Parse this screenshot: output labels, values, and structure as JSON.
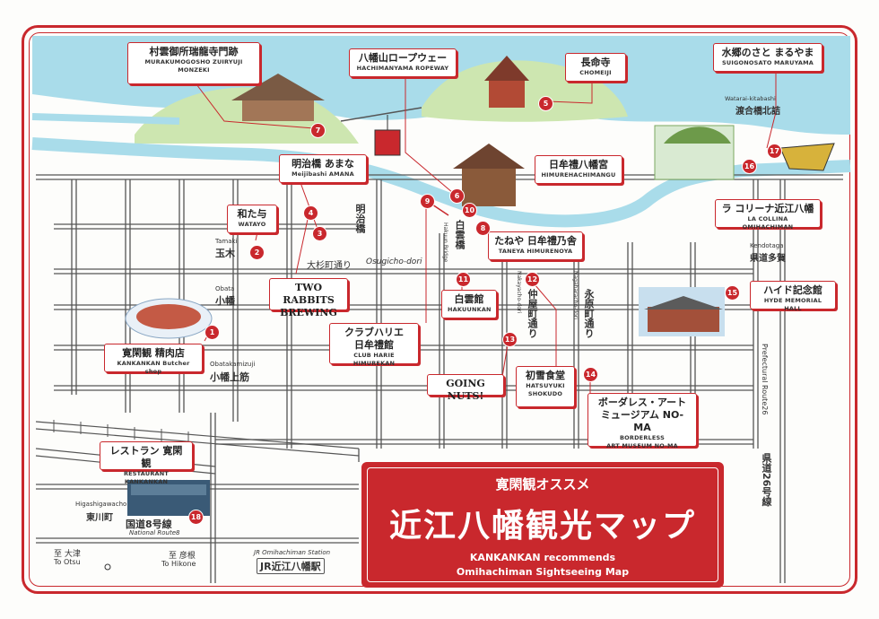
{
  "title": {
    "subtitle": "寛閑観オススメ",
    "main": "近江八幡観光マップ",
    "en_line1": "KANKANKAN recommends",
    "en_line2": "Omihachiman Sightseeing Map"
  },
  "colors": {
    "accent": "#c9282d",
    "water": "#a9dcea",
    "hill": "#cde6b0",
    "road": "#555555"
  },
  "spots": [
    {
      "num": "1",
      "jp": "寛閑観 精肉店",
      "en": "KANKANKAN Butcher shop"
    },
    {
      "num": "2",
      "jp": "和た与",
      "en": "WATAYO"
    },
    {
      "num": "3",
      "jp": "明治橋 あまな",
      "en": "Meijibashi AMANA"
    },
    {
      "num": "4",
      "jp": "TWO RABBITS",
      "en": "BREWING"
    },
    {
      "num": "5",
      "jp": "長命寺",
      "en": "CHOMEIJI"
    },
    {
      "num": "6",
      "jp": "八幡山ロープウェー",
      "en": "HACHIMANYAMA ROPEWAY"
    },
    {
      "num": "7",
      "jp": "村雲御所瑞龍寺門跡",
      "en": "MURAKUMOGOSHO ZUIRYUJI",
      "en2": "MONZEKI"
    },
    {
      "num": "8",
      "jp": "たねや 日牟禮乃舎",
      "en": "TANEYA HIMURENOYA"
    },
    {
      "num": "9",
      "jp": "クラブハリエ",
      "jp2": "日牟禮館",
      "en": "CLUB HARIE HIMUREKAN"
    },
    {
      "num": "10",
      "jp": "日牟禮八幡宮",
      "en": "HIMUREHACHIMANGU"
    },
    {
      "num": "11",
      "jp": "白雲館",
      "en": "HAKUUNKAN"
    },
    {
      "num": "12",
      "jp": "初雪食堂",
      "en": "HATSUYUKI",
      "en2": "SHOKUDO"
    },
    {
      "num": "13",
      "jp": "GOING NUTS!"
    },
    {
      "num": "14",
      "jp": "ボーダレス・アート",
      "jp2": "ミュージアム NO-MA",
      "en": "BORDERLESS",
      "en2": "ART MUSEUM NO-MA"
    },
    {
      "num": "15",
      "jp": "ハイド記念館",
      "en": "HYDE MEMORIAL HALL"
    },
    {
      "num": "16",
      "jp": "ラ コリーナ近江八幡",
      "en": "LA COLLINA OMIHACHIMAN"
    },
    {
      "num": "17",
      "jp": "水郷のさと まるやま",
      "en": "SUIGONOSATO MARUYAMA"
    },
    {
      "num": "18",
      "jp": "レストラン 寛閑観",
      "en": "RESTAURANT KANKANKAN"
    }
  ],
  "places": {
    "tamaki_en": "Tamaki",
    "tamaki_jp": "玉木",
    "obata_en": "Obata",
    "obata_jp": "小幡",
    "obatakamizuji_en": "Obatakamizuji",
    "obatakamizuji_jp": "小幡上筋",
    "osugicho_jp": "大杉町通り",
    "osugicho_en": "Osugicho-dori",
    "meijibashi_jp": "明治橋",
    "hakuunbashi_jp": "白雲橋",
    "hakuunbashi_en": "Hakuun Bridge",
    "nakayacho_jp": "仲屋町通り",
    "nakayacho_en": "Nakayacho-dori",
    "nagaharacho_jp": "永原町通り",
    "nagaharacho_en": "Nagaharacho-dori",
    "watarai_en": "Watarai-kitabashi",
    "watarai_jp": "渡合橋北詰",
    "kendotaga_en": "Kendotaga",
    "kendotaga_jp": "県道多賀",
    "prefectural_route": "Prefectural Route26",
    "kendo26_jp": "県道26号線",
    "higashigawacho_en": "Higashigawacho",
    "higashigawacho_jp": "東川町",
    "route8_jp": "国道8号線",
    "route8_en": "National Route8",
    "otsu_jp": "至 大津",
    "otsu_en": "To Otsu",
    "hikone_jp": "至 彦根",
    "hikone_en": "To Hikone",
    "station_en": "JR Omihachiman Station",
    "station_jp": "JR近江八幡駅"
  }
}
